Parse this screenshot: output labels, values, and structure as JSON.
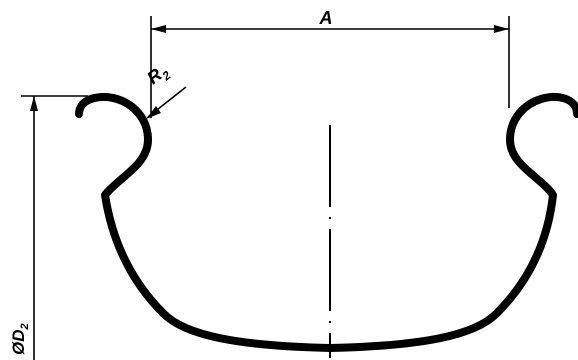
{
  "diagram": {
    "labels": {
      "width_symbol": "A",
      "radius_symbol": "R",
      "radius_subscript": "2",
      "diameter_symbol": "ØD",
      "diameter_subscript": "2"
    }
  }
}
